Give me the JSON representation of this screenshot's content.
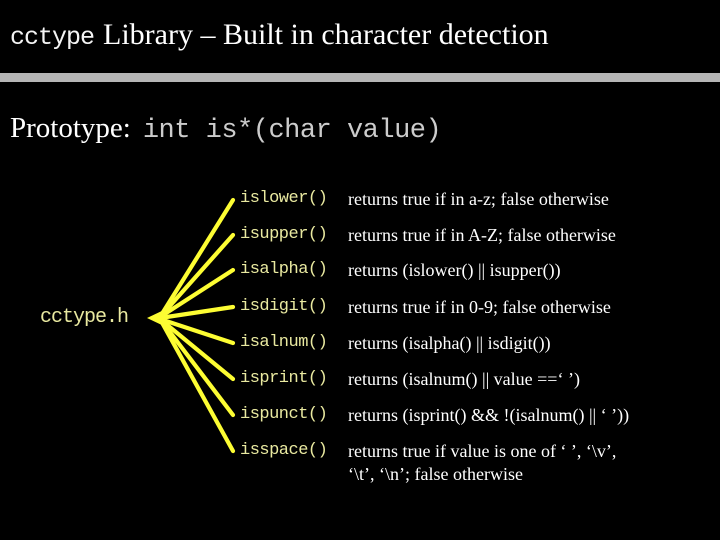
{
  "slide": {
    "title_code": "cctype",
    "title_rest": "Library – Built in character detection",
    "prototype_label": "Prototype:",
    "prototype_code": "int is*(char value)",
    "header_file": "cctype.h"
  },
  "functions": [
    {
      "name": "islower()",
      "desc": "returns true if in a-z; false otherwise"
    },
    {
      "name": "isupper()",
      "desc": "returns true if in A-Z; false otherwise"
    },
    {
      "name": "isalpha()",
      "desc": "returns (islower() || isupper())"
    },
    {
      "name": "isdigit()",
      "desc": "returns true if in 0-9; false otherwise"
    },
    {
      "name": "isalnum()",
      "desc": "returns (isalpha() || isdigit())"
    },
    {
      "name": "isprint()",
      "desc": "returns (isalnum() || value ==‘ ’)"
    },
    {
      "name": "ispunct()",
      "desc": "returns (isprint() && !(isalnum() || ‘ ’))"
    },
    {
      "name": "isspace()",
      "desc": "returns true if value is one of ‘ ’, ‘\\v’,\n‘\\t’, ‘\\n’; false otherwise"
    }
  ],
  "colors": {
    "bg": "#000000",
    "divider": "#b5b5b5",
    "code-yellow": "#e9e9a0",
    "line-yellow": "#fdfd33",
    "text-white": "#ffffff",
    "proto-gray": "#cccccc"
  }
}
